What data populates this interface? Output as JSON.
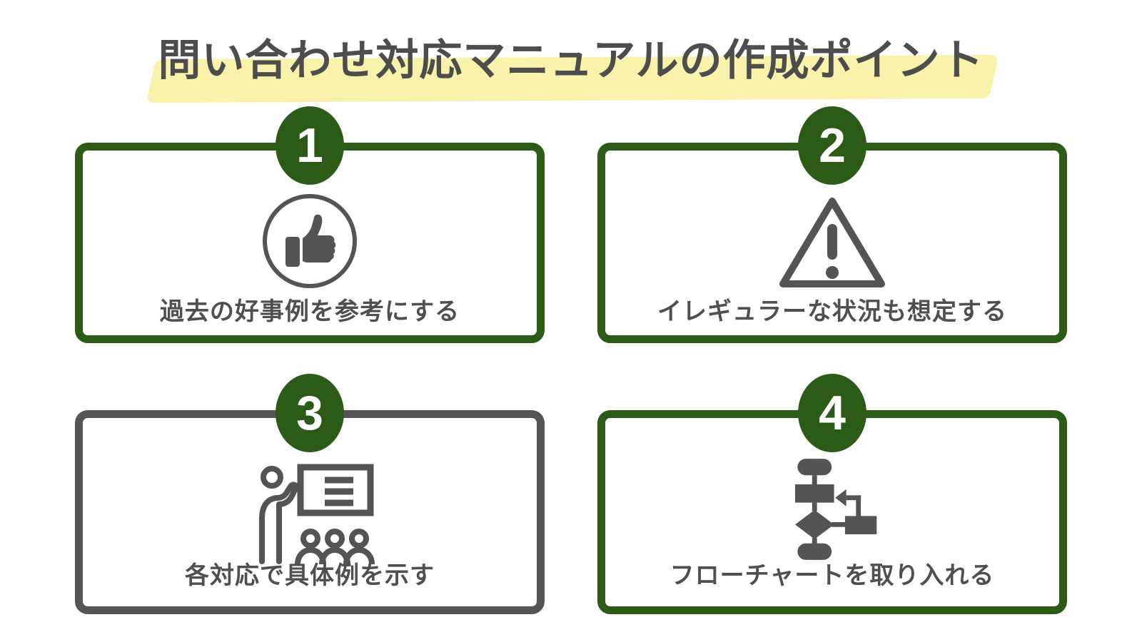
{
  "title": {
    "text": "問い合わせ対応マニュアルの作成ポイント"
  },
  "colors": {
    "green": "#2C5A17",
    "gray_border": "#555555",
    "icon_gray": "#545454",
    "caption": "#4F4F4F",
    "title_text": "#4D4D4D",
    "highlight": "#F8F2AB",
    "background": "#FFFFFF",
    "number_text": "#FFFFFF"
  },
  "cards": [
    {
      "number": "1",
      "caption": "過去の好事例を参考にする",
      "icon": "thumbs-up-icon",
      "border": "green"
    },
    {
      "number": "2",
      "caption": "イレギュラーな状況も想定する",
      "icon": "warning-triangle-icon",
      "border": "green"
    },
    {
      "number": "3",
      "caption": "各対応で具体例を示す",
      "icon": "presentation-icon",
      "border": "gray"
    },
    {
      "number": "4",
      "caption": "フローチャートを取り入れる",
      "icon": "flowchart-icon",
      "border": "green"
    }
  ]
}
